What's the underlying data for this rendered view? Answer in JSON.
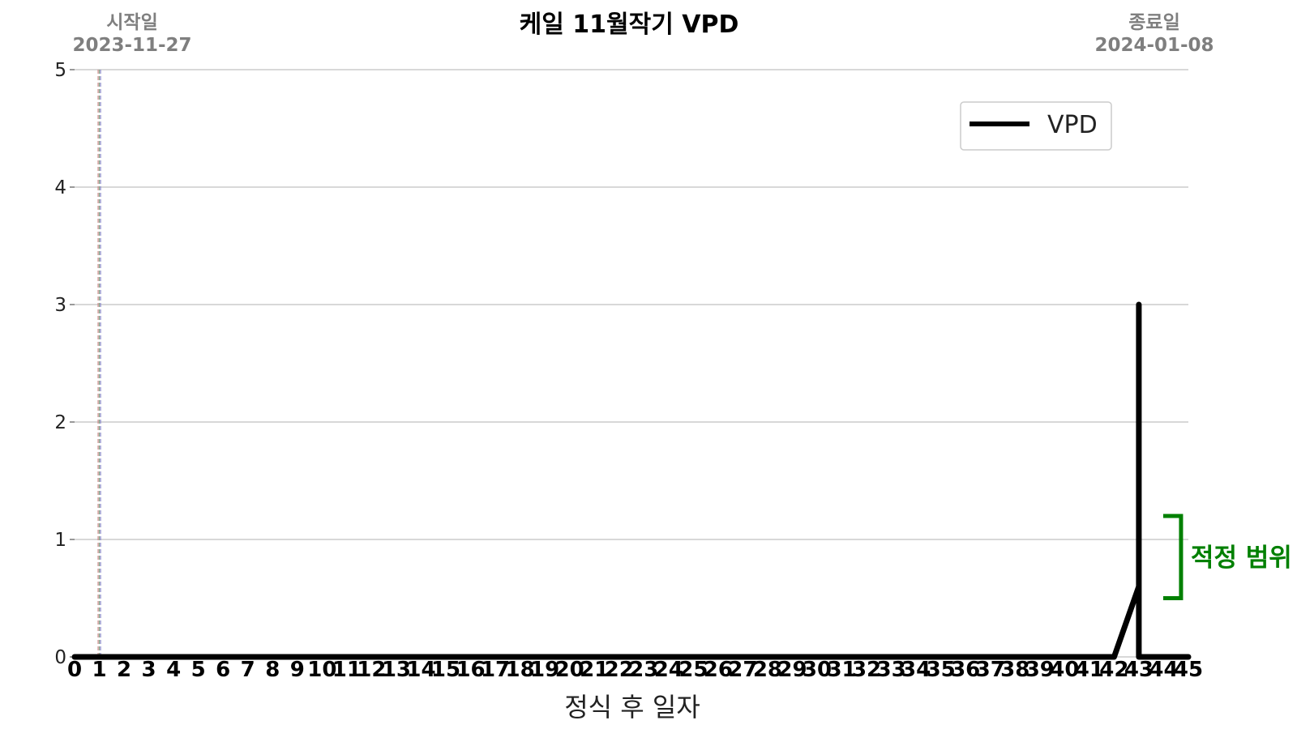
{
  "chart_data": {
    "type": "line",
    "title": "케일 11월작기 VPD",
    "xlabel": "정식 후 일자",
    "ylabel": "",
    "ylim": [
      0,
      5
    ],
    "yticks": [
      "0",
      "1",
      "2",
      "3",
      "4",
      "5"
    ],
    "grid": "horizontal",
    "legend": {
      "placement": "top-right",
      "entries": [
        "VPD"
      ]
    },
    "start_date": {
      "label": "시작일",
      "date": "2023-11-27",
      "x": 1
    },
    "end_date": {
      "label": "종료일",
      "date": "2024-01-08",
      "x": 43
    },
    "optimal_range": {
      "label": "적정 범위",
      "min": 0.5,
      "max": 1.2,
      "color": "#008000"
    },
    "x_range": [
      0,
      45
    ],
    "series": [
      {
        "name": "VPD",
        "color": "#000000",
        "points": [
          [
            0,
            0
          ],
          [
            1,
            0
          ],
          [
            2,
            0
          ],
          [
            3,
            0
          ],
          [
            4,
            0
          ],
          [
            5,
            0
          ],
          [
            6,
            0
          ],
          [
            7,
            0
          ],
          [
            8,
            0
          ],
          [
            9,
            0
          ],
          [
            10,
            0
          ],
          [
            11,
            0
          ],
          [
            12,
            0
          ],
          [
            13,
            0
          ],
          [
            14,
            0
          ],
          [
            15,
            0
          ],
          [
            16,
            0
          ],
          [
            17,
            0
          ],
          [
            18,
            0
          ],
          [
            19,
            0
          ],
          [
            20,
            0
          ],
          [
            21,
            0
          ],
          [
            22,
            0
          ],
          [
            23,
            0
          ],
          [
            24,
            0
          ],
          [
            25,
            0
          ],
          [
            26,
            0
          ],
          [
            27,
            0
          ],
          [
            28,
            0
          ],
          [
            29,
            0
          ],
          [
            30,
            0
          ],
          [
            31,
            0
          ],
          [
            32,
            0
          ],
          [
            33,
            0
          ],
          [
            34,
            0
          ],
          [
            35,
            0
          ],
          [
            36,
            0
          ],
          [
            37,
            0
          ],
          [
            38,
            0
          ],
          [
            39,
            0
          ],
          [
            40,
            0
          ],
          [
            41,
            0
          ],
          [
            42,
            0
          ],
          [
            43,
            0.6
          ],
          [
            43,
            3.0
          ],
          [
            43,
            0.58
          ],
          [
            43,
            2.8
          ],
          [
            43,
            0.65
          ],
          [
            43,
            2.95
          ],
          [
            43,
            1.0
          ],
          [
            43,
            2.6
          ],
          [
            43,
            0.6
          ],
          [
            43,
            3.0
          ],
          [
            43,
            0
          ],
          [
            44,
            0
          ],
          [
            45,
            0
          ]
        ]
      }
    ]
  }
}
